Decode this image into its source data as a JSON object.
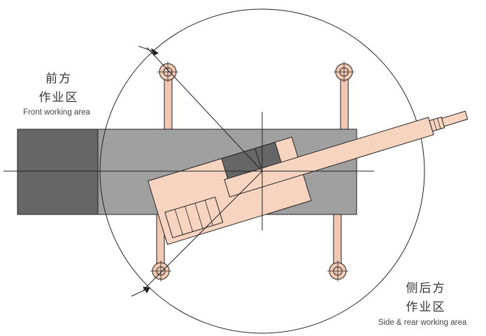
{
  "labels": {
    "front_zh_line1": "前方",
    "front_zh_line2": "作业区",
    "front_en": "Front working area",
    "rear_zh_line1": "侧后方",
    "rear_zh_line2": "作业区",
    "rear_en": "Side & rear working area"
  },
  "colors": {
    "line": "#222222",
    "chassis_gray": "#a0a0a0",
    "cab_dark_gray": "#666666",
    "crane_peach": "#f7d4c0",
    "outrigger_peach": "#f0c8b4",
    "background": "#ffffff"
  }
}
